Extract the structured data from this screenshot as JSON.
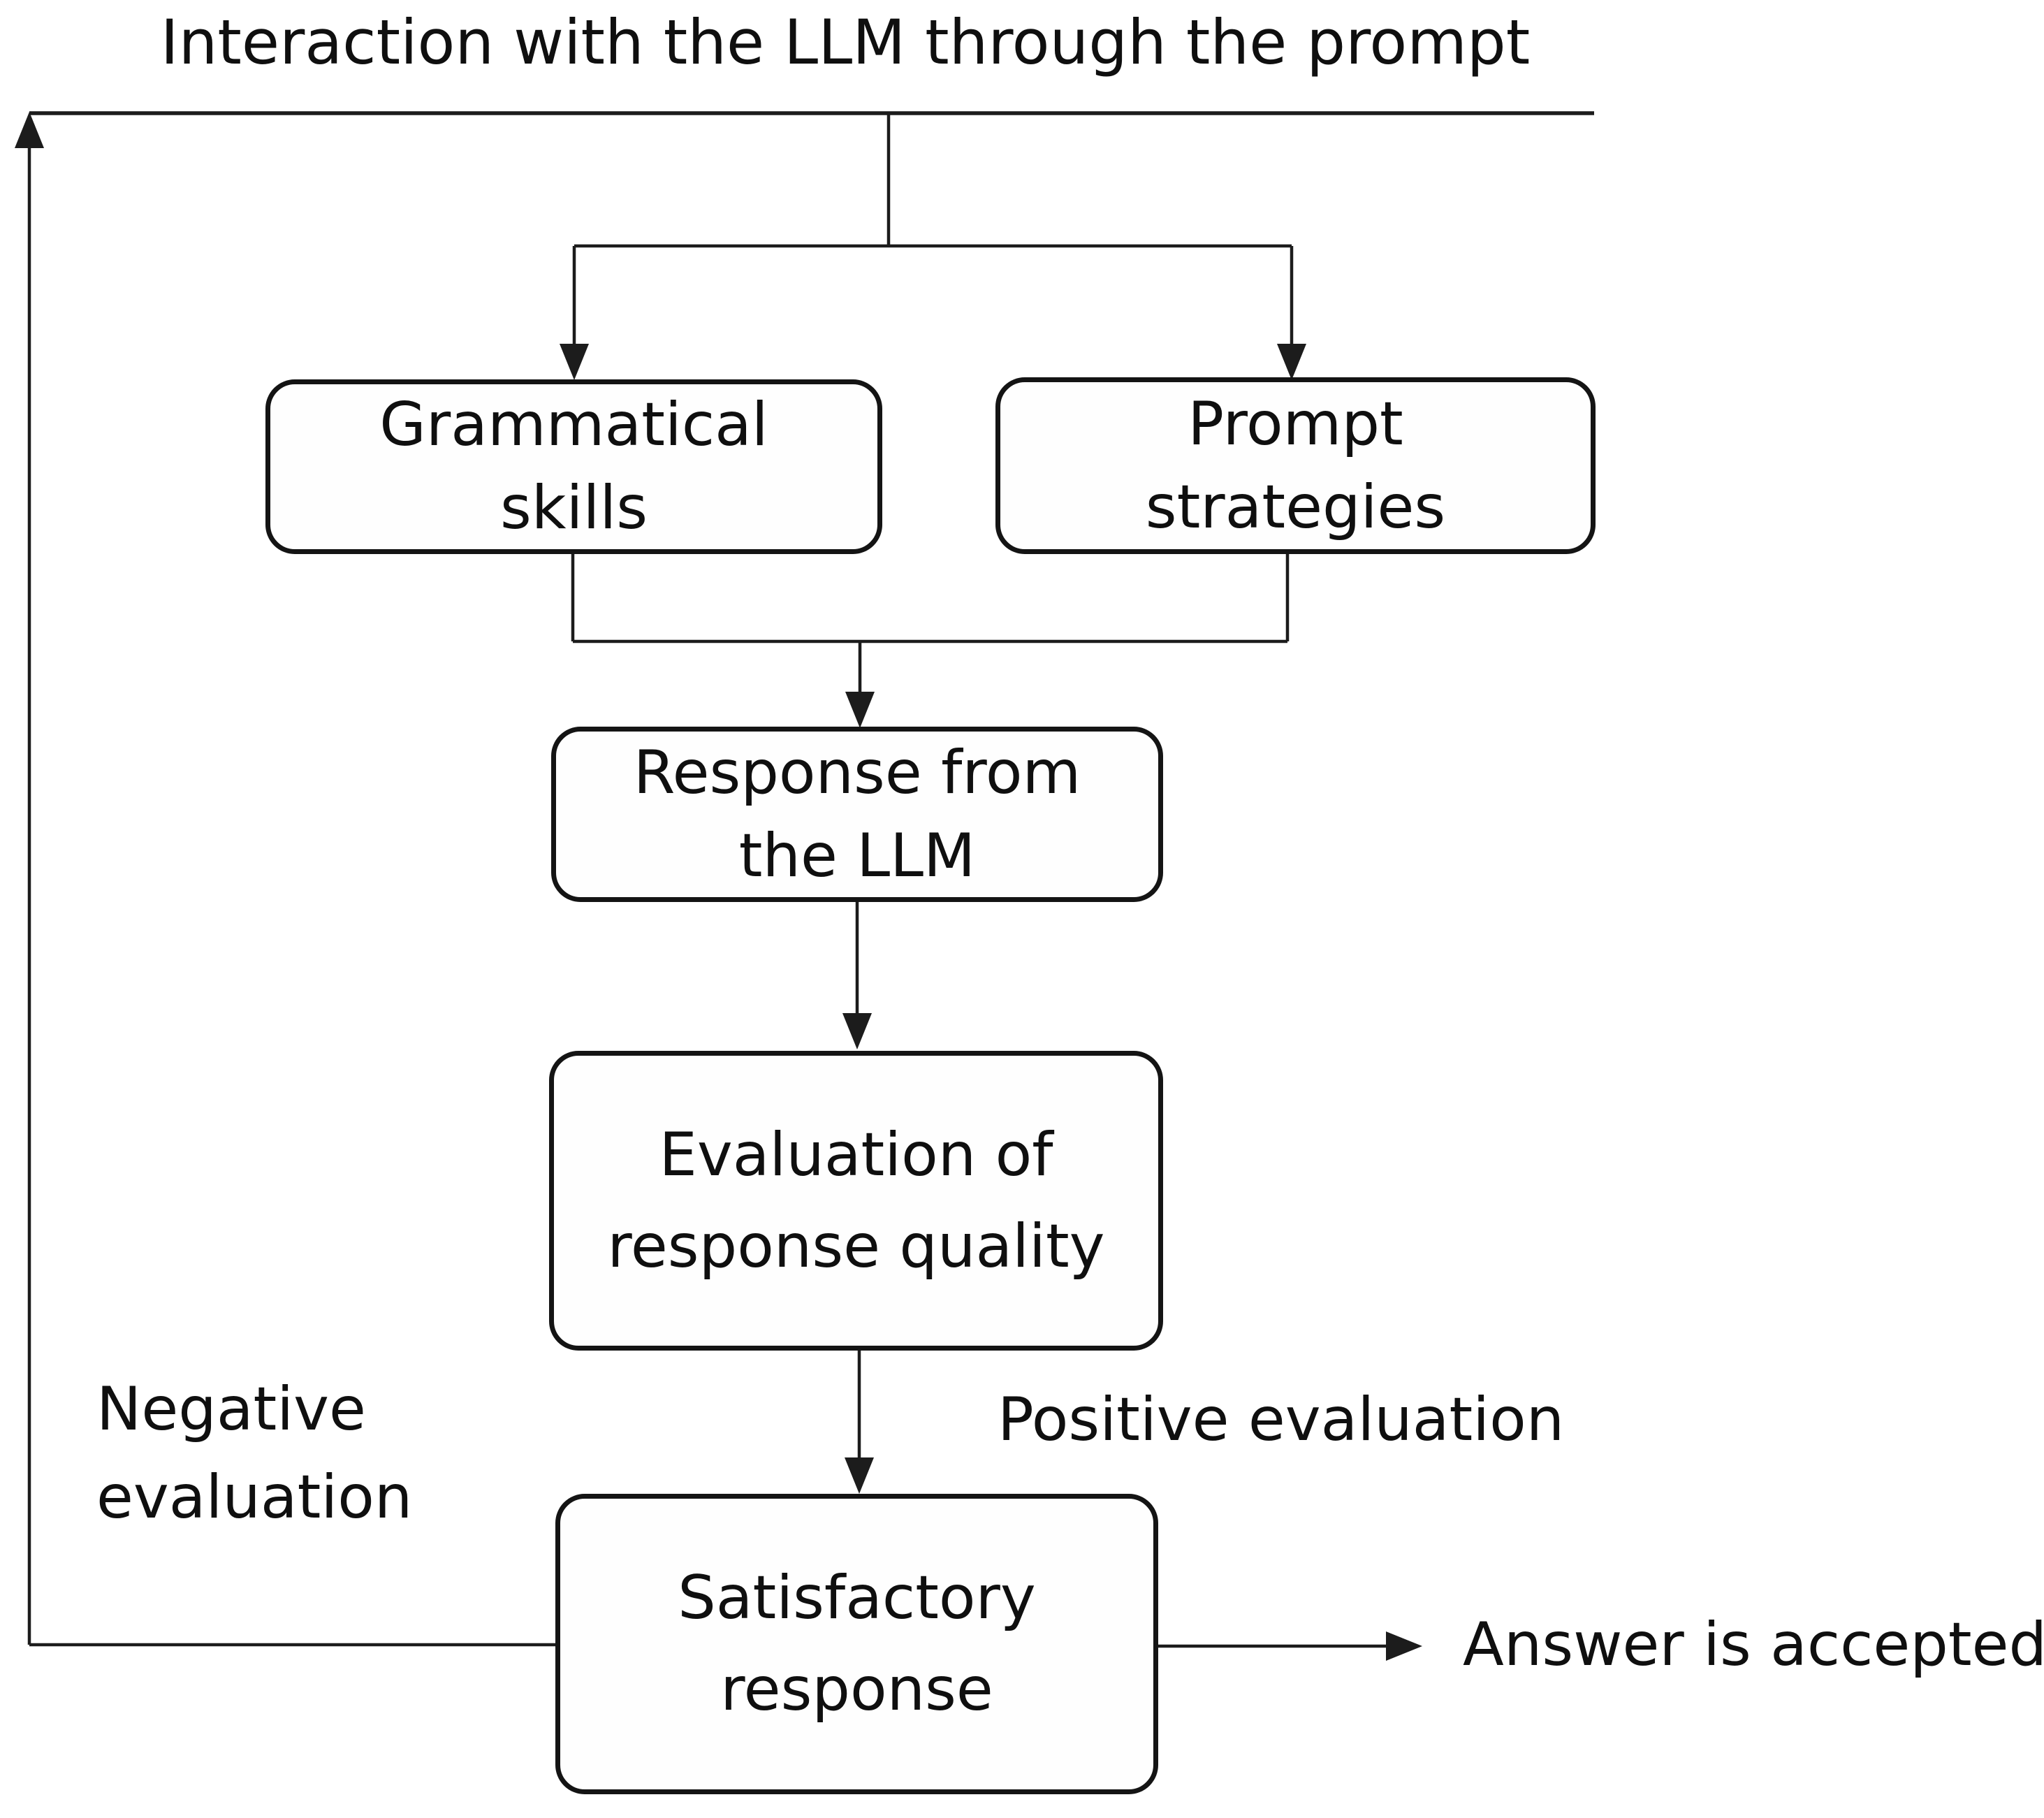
{
  "title": "Interaction with the LLM through the prompt",
  "nodes": {
    "grammatical_skills": {
      "line1": "Grammatical",
      "line2": "skills"
    },
    "prompt_strategies": {
      "line1": "Prompt",
      "line2": "strategies"
    },
    "response_from_llm": {
      "line1": "Response from",
      "line2": "the LLM"
    },
    "evaluation_of_response_quality": {
      "line1": "Evaluation of",
      "line2": "response quality"
    },
    "satisfactory_response": {
      "line1": "Satisfactory",
      "line2": "response"
    }
  },
  "edge_labels": {
    "negative_evaluation": {
      "line1": "Negative",
      "line2": "evaluation"
    },
    "positive_evaluation": "Positive evaluation",
    "answer_accepted": "Answer is accepted"
  },
  "colors": {
    "background": "#ffffff",
    "line": "#1c1c1c",
    "text": "#0f0f0f",
    "box_border": "#141414",
    "box_fill": "#fefefe"
  }
}
